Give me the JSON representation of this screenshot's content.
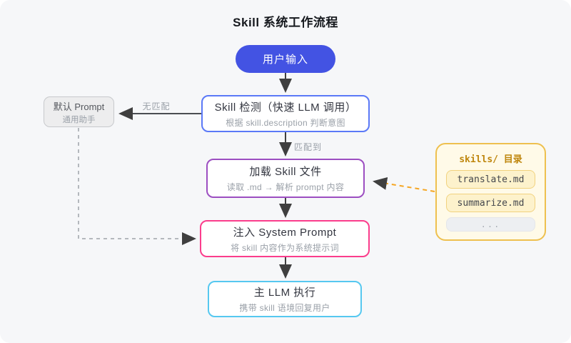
{
  "title": "Skill 系统工作流程",
  "nodes": {
    "user_input": {
      "label": "用户输入"
    },
    "skill_detect": {
      "title": "Skill 检测（快速 LLM 调用）",
      "subtitle": "根据 skill.description 判断意图"
    },
    "default_prompt": {
      "title": "默认 Prompt",
      "subtitle": "通用助手"
    },
    "load_skill": {
      "title": "加载 Skill 文件",
      "subtitle": "读取 .md → 解析 prompt 内容"
    },
    "inject_prompt": {
      "title": "注入 System Prompt",
      "subtitle": "将 skill 内容作为系统提示词"
    },
    "main_llm": {
      "title": "主 LLM 执行",
      "subtitle": "携带 skill 语境回复用户"
    }
  },
  "edges": {
    "no_match": "无匹配",
    "matched": "匹配到"
  },
  "skills_dir": {
    "title": "skills/ 目录",
    "files": [
      "translate.md",
      "summarize.md"
    ],
    "more": "..."
  },
  "colors": {
    "background": "#f6f7f9",
    "user_input_fill": "#4353e3",
    "skill_detect_border": "#5b79f7",
    "load_skill_border": "#9c4ec1",
    "inject_prompt_border": "#fb3d8c",
    "main_llm_border": "#56c8f0",
    "default_prompt_fill": "#ededee",
    "skills_dir_border": "#eec04f",
    "skills_dir_fill": "#fffae8",
    "skills_title_text": "#bf860d",
    "arrow": "#3f3f3f",
    "dashed_gray": "#b4b8bd",
    "dashed_orange": "#f5a623"
  }
}
